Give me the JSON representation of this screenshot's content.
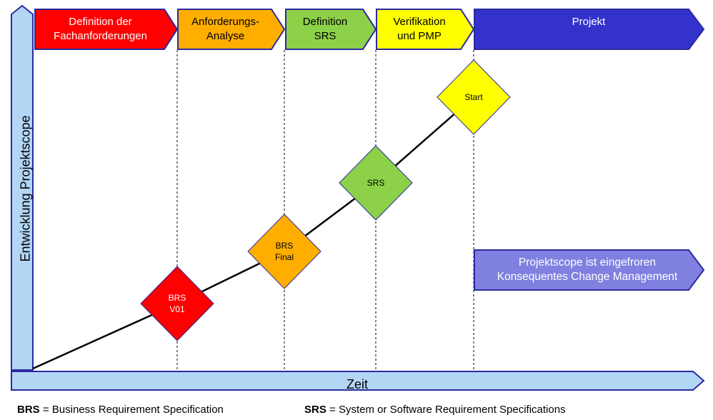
{
  "phases": [
    {
      "label": "Definition der\nFachanforderungen",
      "fill": "#ff0000",
      "text_color": "#ffffff"
    },
    {
      "label": "Anforderungs-\nAnalyse",
      "fill": "#ffae00",
      "text_color": "#000000"
    },
    {
      "label": "Definition\nSRS",
      "fill": "#8cd147",
      "text_color": "#000000"
    },
    {
      "label": "Verifikation\nund PMP",
      "fill": "#ffff00",
      "text_color": "#000000"
    },
    {
      "label": "Projekt",
      "fill": "#3333cc",
      "text_color": "#ffffff"
    }
  ],
  "milestones": [
    {
      "label": "BRS\nV01",
      "fill": "#ff0000",
      "text_color": "#ffffff"
    },
    {
      "label": "BRS\nFinal",
      "fill": "#ffae00",
      "text_color": "#000000"
    },
    {
      "label": "SRS",
      "fill": "#8cd147",
      "text_color": "#000000"
    },
    {
      "label": "Start",
      "fill": "#ffff00",
      "text_color": "#000000"
    }
  ],
  "axes": {
    "y_label": "Entwicklung Projektscope",
    "x_label": "Zeit",
    "fill": "#b3d6f5"
  },
  "freeze_note": {
    "text": "Projektscope ist eingefroren\nKonsequentes Change Management",
    "fill": "#8080e0",
    "text_color": "#ffffff"
  },
  "legend": {
    "brs_abbr": "BRS",
    "brs_text": " = Business Requirement Specification",
    "srs_abbr": "SRS",
    "srs_text": " = System or Software Requirement Specifications"
  },
  "colors": {
    "outline": "#2b2b9e",
    "line": "#000000"
  }
}
